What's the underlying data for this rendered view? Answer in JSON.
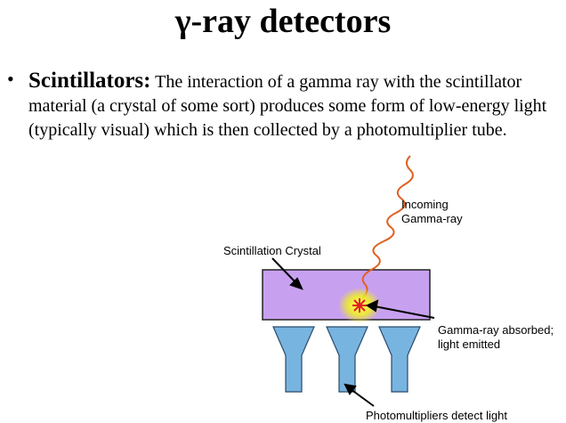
{
  "slide": {
    "title": "γ-ray detectors",
    "bullet_symbol": "•",
    "term": "Scintillators:",
    "description": "The interaction of a gamma ray with the scintillator material (a crystal of some sort) produces some form of low-energy light (typically visual) which is then collected by a photomultiplier tube."
  },
  "diagram": {
    "incoming_line1": "Incoming",
    "incoming_line2": "Gamma-ray",
    "crystal_label": "Scintillation Crystal",
    "absorbed_line1": "Gamma-ray absorbed;",
    "absorbed_line2": "light emitted",
    "pmt_label": "Photomultipliers detect light",
    "colors": {
      "crystal_fill": "#c8a0f0",
      "crystal_stroke": "#222222",
      "pmt_fill": "#78b4e0",
      "ray": "#e06020",
      "glow": "#f0f020",
      "burst": "#e02020"
    }
  }
}
